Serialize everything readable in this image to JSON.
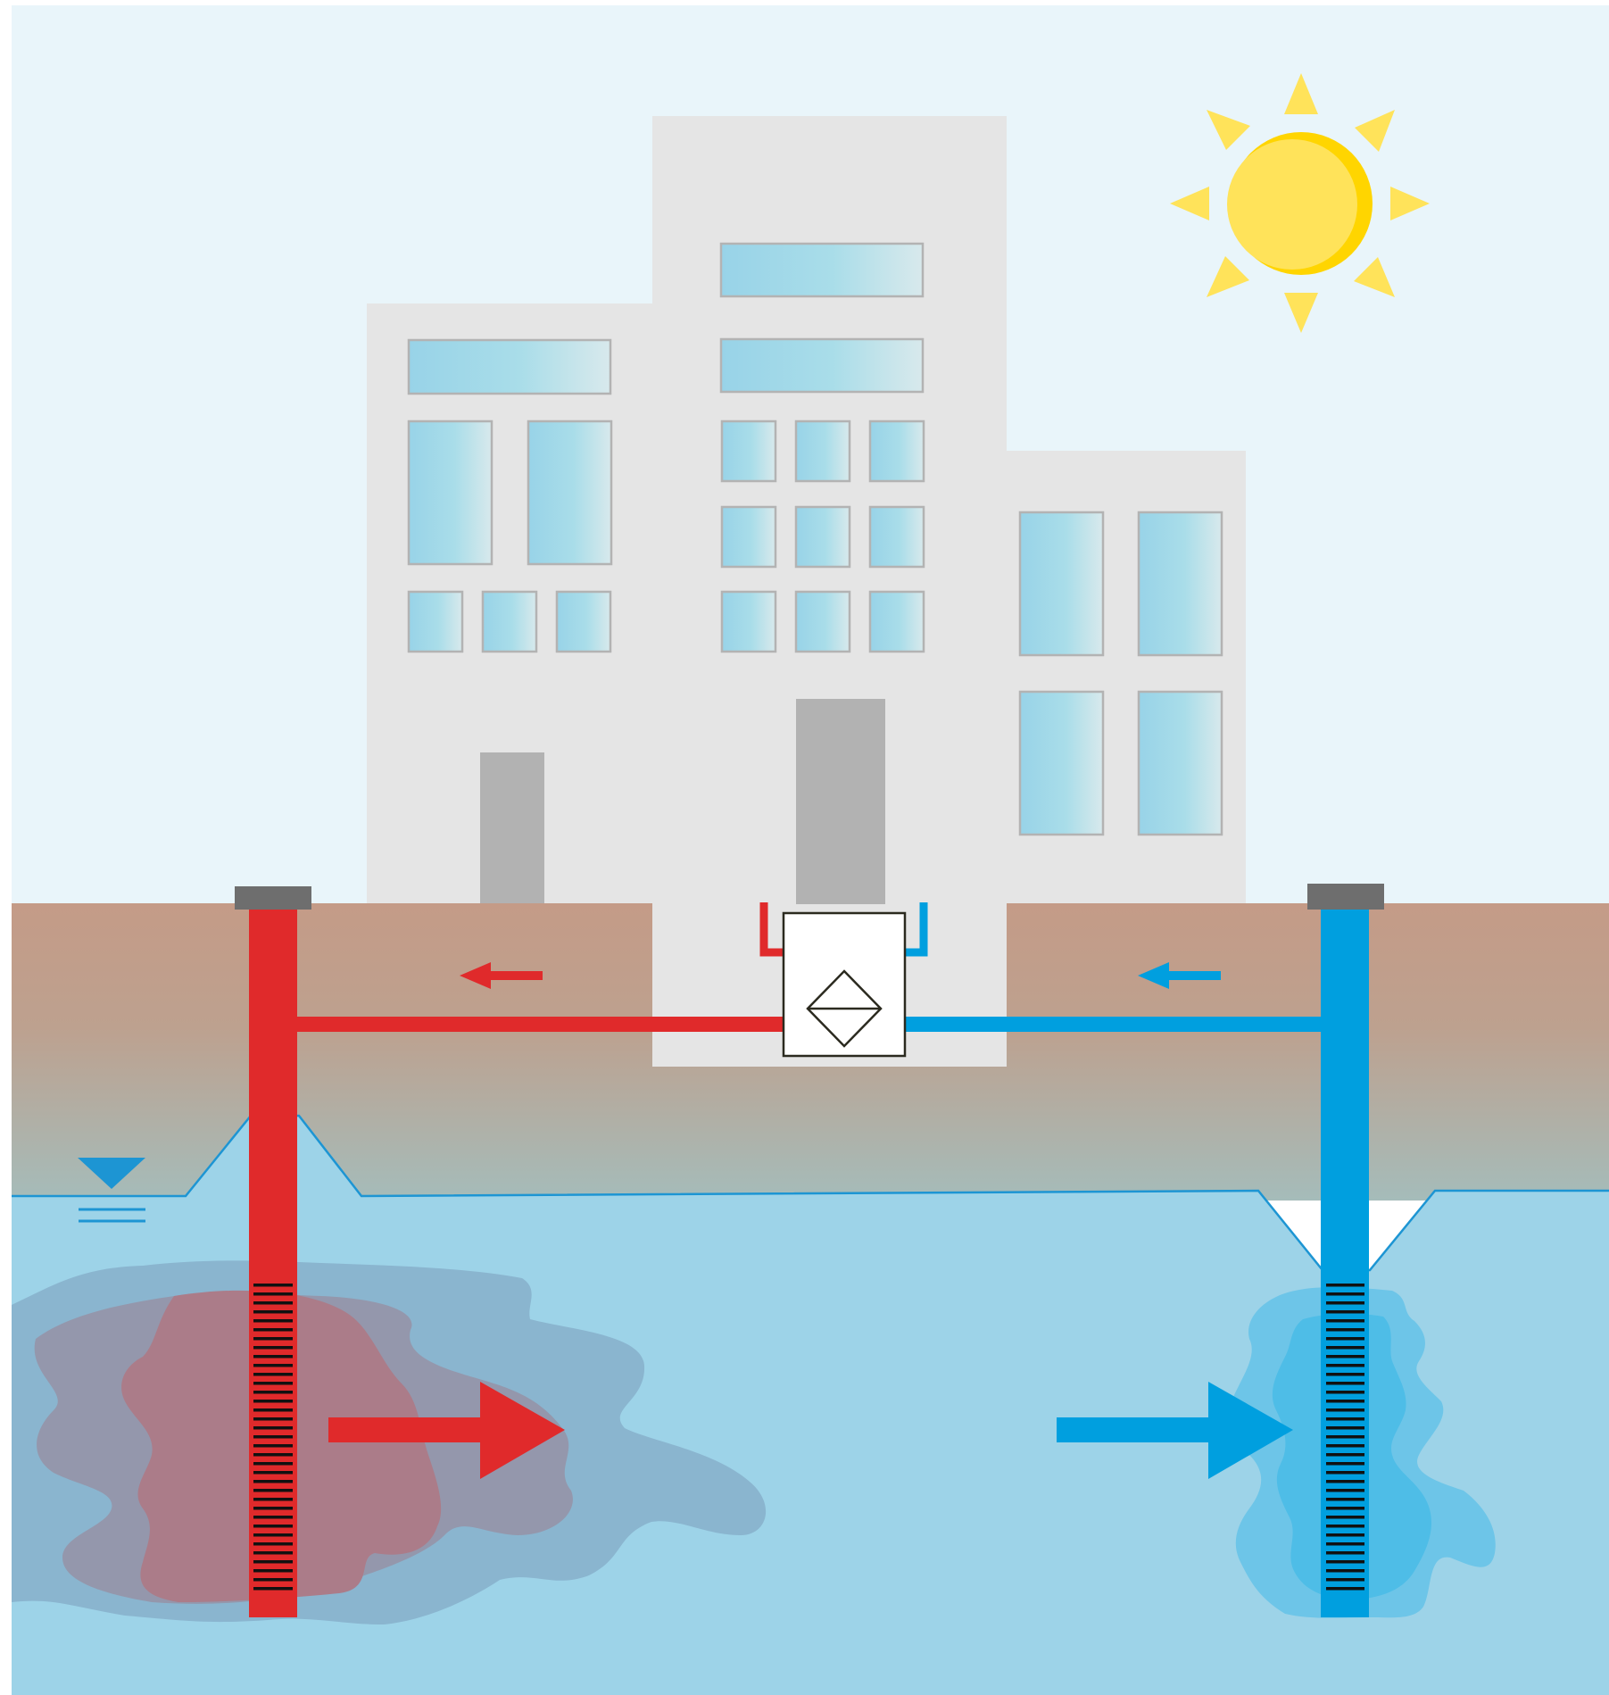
{
  "diagram": {
    "type": "aquifer-thermal-energy-storage-illustration",
    "text_labels": [],
    "colors": {
      "sky": "#e9f5fa",
      "building": "#e5e5e5",
      "window_gradient_start": "#98d3e8",
      "window_gradient_end": "#d8e9ec",
      "window_frame": "#b3b3b3",
      "door": "#b2b2b2",
      "soil_top": "#c49b87",
      "soil_bottom": "#a7bbb9",
      "groundwater": "#9dd3e8",
      "water_line": "#1d95d3",
      "warm": "#e02a2b",
      "cold": "#009fdf",
      "well_cap": "#6e6e6e",
      "sun": "#ffe35a",
      "sun_shade": "#ffd500"
    },
    "icons": {
      "sun": "sun-icon",
      "heat_exchanger": "heat-exchanger-symbol",
      "water_table": "water-table-symbol"
    },
    "flows": [
      {
        "name": "warm-well",
        "color_key": "warm"
      },
      {
        "name": "cold-well",
        "color_key": "cold"
      }
    ]
  }
}
